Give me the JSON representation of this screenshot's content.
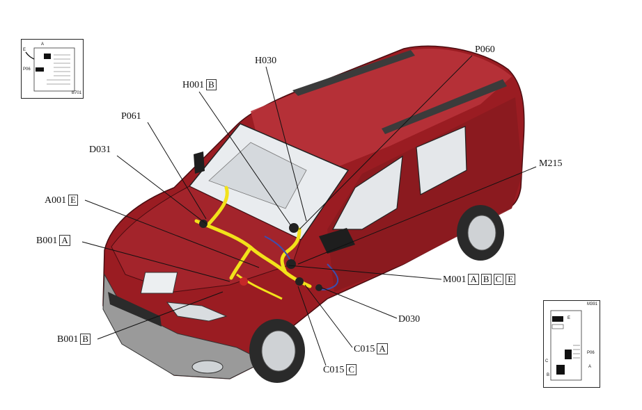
{
  "labels": {
    "p060": "P060",
    "h030": "H030",
    "h001": "H001",
    "h001_tag": "B",
    "p061": "P061",
    "d031": "D031",
    "m215": "M215",
    "a001": "A001",
    "a001_tag": "E",
    "b001a": "B001",
    "b001a_tag": "A",
    "m001": "M001",
    "m001_tags": [
      "A",
      "B",
      "C",
      "E"
    ],
    "d030": "D030",
    "b001b": "B001",
    "b001b_tag": "B",
    "c015a": "C015",
    "c015a_tag": "A",
    "c015c": "C015",
    "c015c_tag": "C"
  },
  "inset_top": {
    "code": "B701",
    "marks": [
      "A",
      "E",
      "P06"
    ]
  },
  "inset_bottom": {
    "code": "M391",
    "marks": [
      "E",
      "P06",
      "C",
      "A",
      "B"
    ]
  },
  "colors": {
    "body": "#9a1c22",
    "body_dark": "#6d1217",
    "harness_main": "#f2e21a",
    "harness_blue": "#3a4fb0",
    "leader": "#111111"
  }
}
